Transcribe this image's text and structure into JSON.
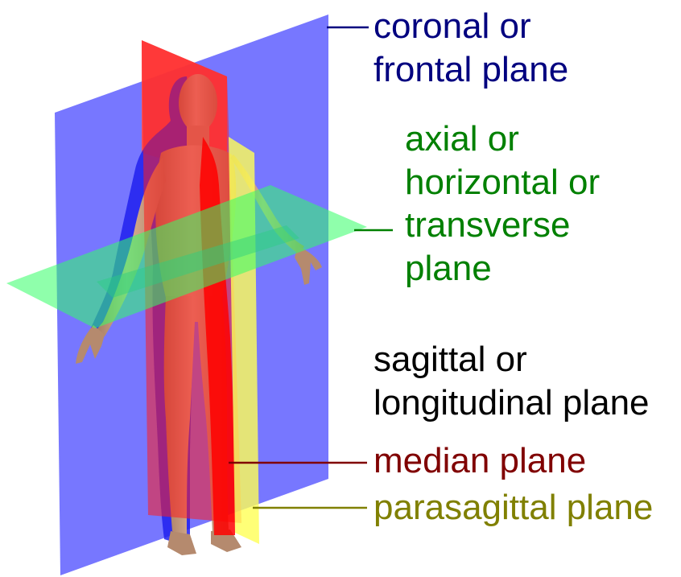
{
  "labels": {
    "coronal": {
      "lines": [
        "coronal or",
        "frontal plane"
      ]
    },
    "axial": {
      "lines": [
        "axial or",
        "horizontal or",
        "transverse",
        "plane"
      ]
    },
    "sagittal": {
      "lines": [
        "sagittal or",
        "longitudinal plane"
      ]
    },
    "median": {
      "lines": [
        "median plane"
      ]
    },
    "parasagittal": {
      "lines": [
        "parasagittal plane"
      ]
    }
  },
  "colors": {
    "coronal_plane": "#6a6aff",
    "coronal_text": "#00007f",
    "axial_plane": "#4dff7a",
    "axial_text": "#008000",
    "median_plane": "#ff2a2a",
    "median_text": "#800000",
    "parasagittal_plane": "#ffff66",
    "parasagittal_text": "#808000",
    "sagittal_text": "#000000",
    "skin": "#c9a184"
  }
}
